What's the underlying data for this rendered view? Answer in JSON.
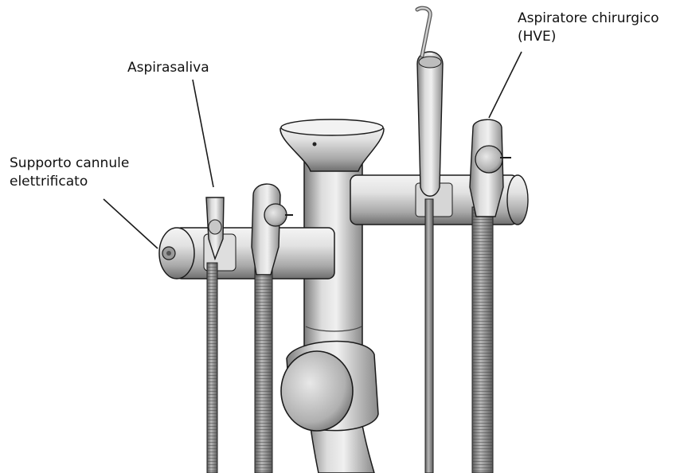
{
  "callouts": {
    "saliva_ejector": {
      "text": "Aspirasaliva"
    },
    "cannula_holder": {
      "line1": "Supporto cannule",
      "line2": "elettrificato"
    },
    "surgical_aspirator": {
      "line1": "Aspiratore chirurgico",
      "line2": "(HVE)"
    }
  },
  "colors": {
    "line": "#1a1a1a",
    "metal_light": "#e6e6e6",
    "metal_mid": "#9a9a9a",
    "metal_dark": "#4a4a4a",
    "tube": "#8c8c8c"
  }
}
